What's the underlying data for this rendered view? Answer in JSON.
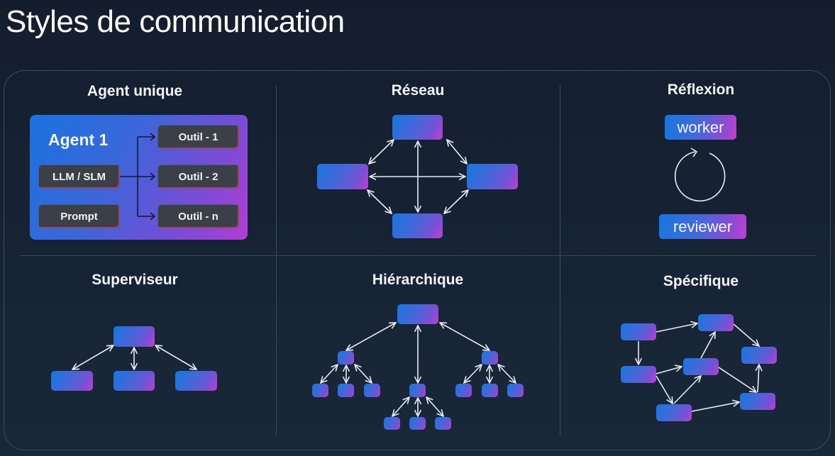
{
  "title": "Styles de communication",
  "cells": [
    {
      "id": "agent-unique",
      "title": "Agent unique"
    },
    {
      "id": "reseau",
      "title": "Réseau"
    },
    {
      "id": "reflexion",
      "title": "Réflexion"
    },
    {
      "id": "superviseur",
      "title": "Superviseur"
    },
    {
      "id": "hierarchique",
      "title": "Hiérarchique"
    },
    {
      "id": "specifique",
      "title": "Spécifique"
    }
  ],
  "agent_unique": {
    "agent_label": "Agent 1",
    "components": [
      "LLM / SLM",
      "Prompt"
    ],
    "tools": [
      "Outil - 1",
      "Outil - 2",
      "Outil - n"
    ]
  },
  "reflexion": {
    "worker_label": "worker",
    "reviewer_label": "reviewer",
    "loop_icon": "cycle-arrow-icon"
  },
  "colors": {
    "background": "#151f30",
    "node_gradient_start": "#1577e0",
    "node_gradient_end": "#c040d0",
    "tool_box": "#3a3f48",
    "arrow": "#e8ecf2",
    "divider": "#394a5e"
  }
}
